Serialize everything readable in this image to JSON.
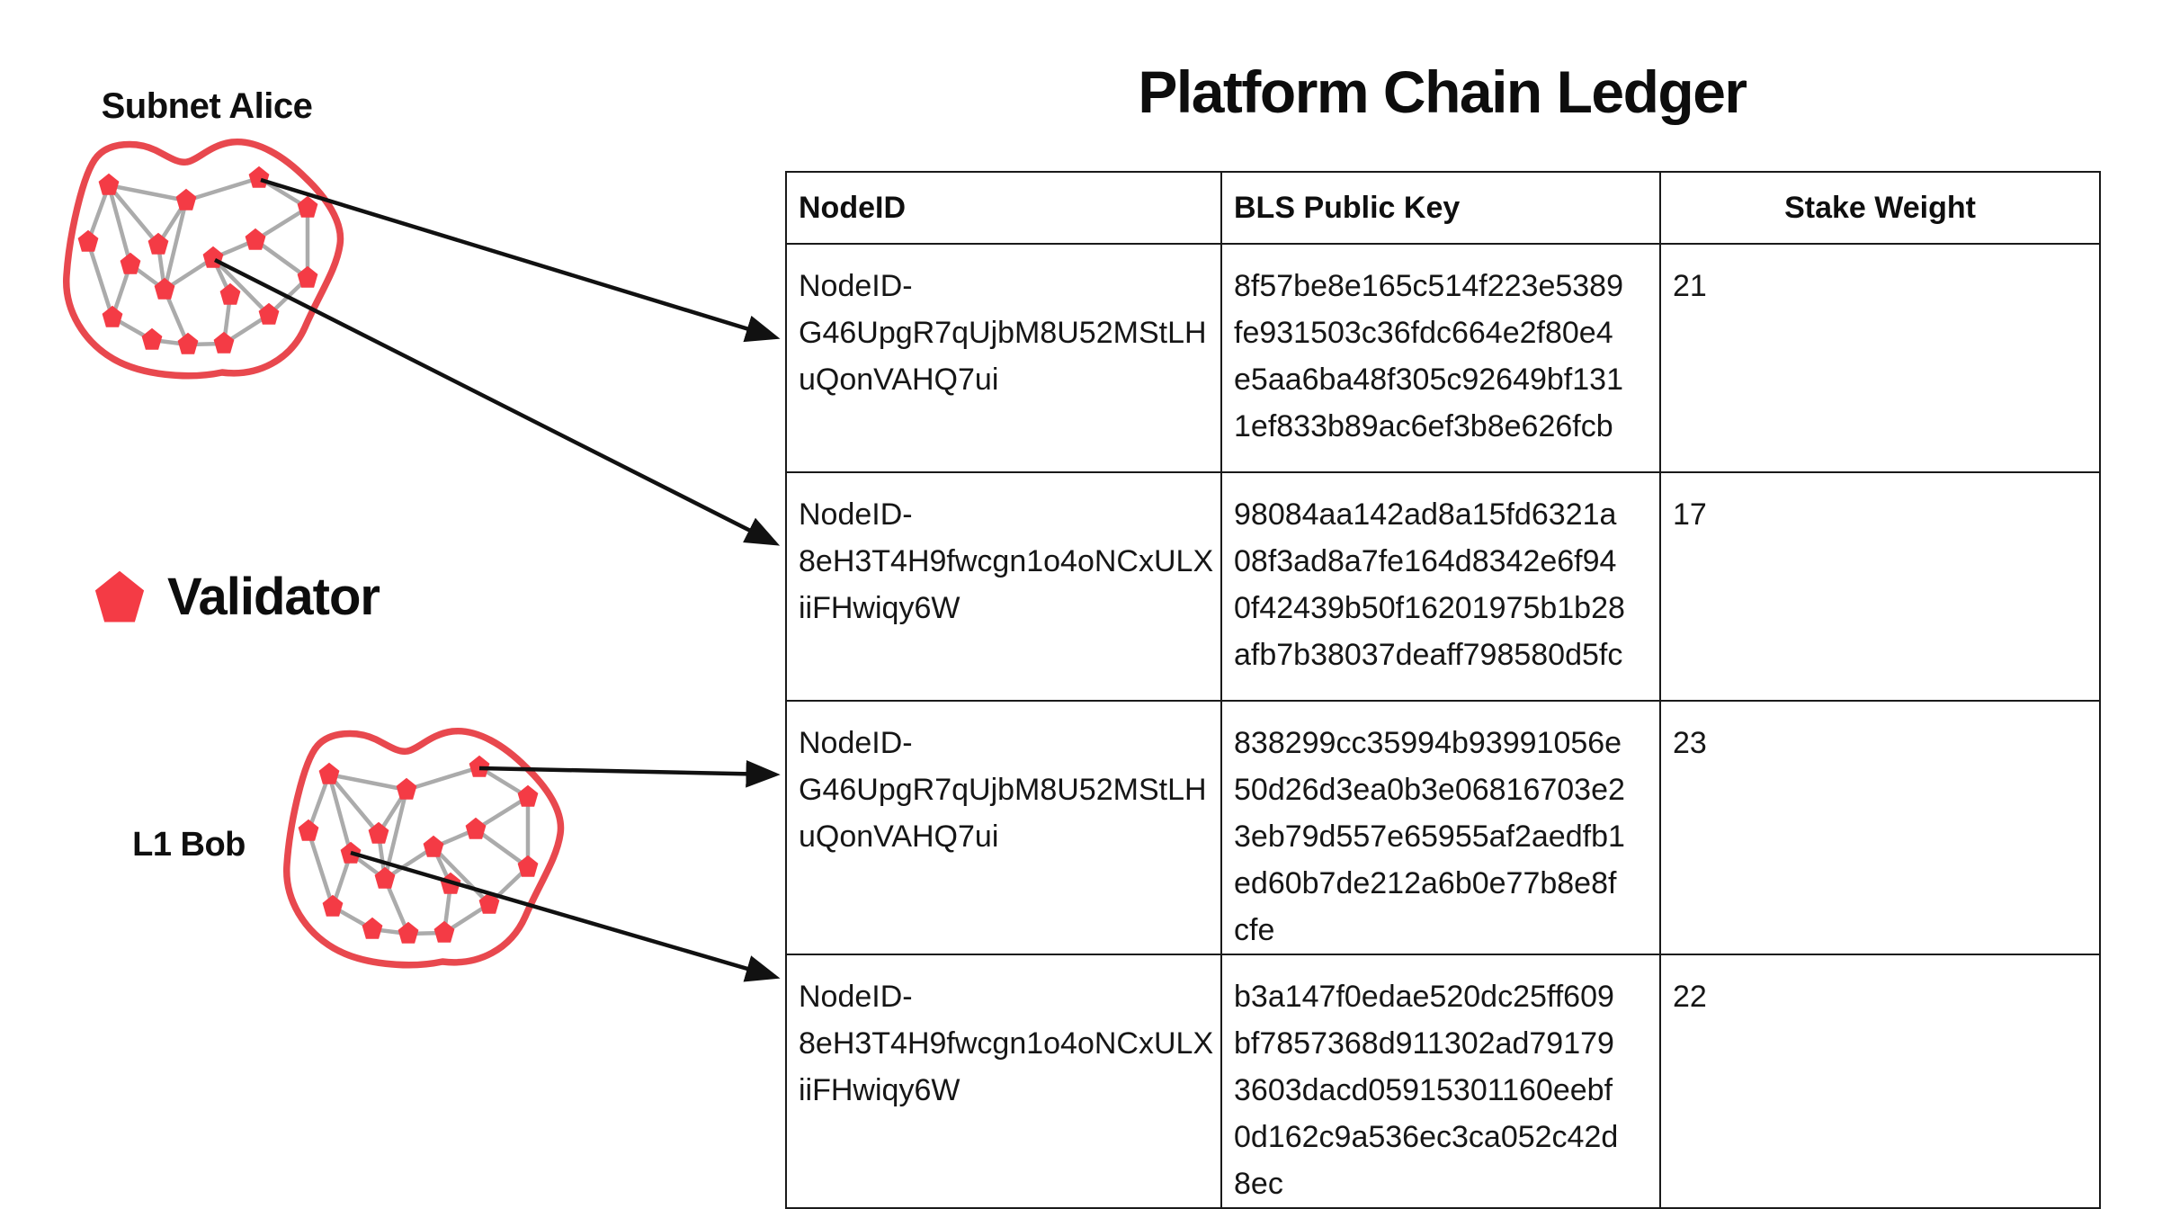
{
  "title": "Platform Chain Ledger",
  "left_panel": {
    "subnet_alice_label": "Subnet Alice",
    "l1_bob_label": "L1 Bob",
    "legend": {
      "label": "Validator",
      "icon": "pentagon-icon"
    }
  },
  "colors": {
    "node_red": "#f43b45",
    "blob_outline_red": "#e8484e",
    "edge_gray": "#ababab",
    "arrow_black": "#111111",
    "table_border": "#1a1a1a"
  },
  "table": {
    "headers": [
      "NodeID",
      "BLS Public Key",
      "Stake Weight"
    ],
    "rows": [
      {
        "node_id": "NodeID-G46UpgR7qUjbM8U52MStLHuQonVAHQ7ui",
        "bls_public_key": "8f57be8e165c514f223e5389fe931503c36fdc664e2f80e4e5aa6ba48f305c92649bf1311ef833b89ac6ef3b8e626fcb",
        "stake_weight": "21"
      },
      {
        "node_id": "NodeID-8eH3T4H9fwcgn1o4oNCxULXiiFHwiqy6W",
        "bls_public_key": "98084aa142ad8a15fd6321a08f3ad8a7fe164d8342e6f940f42439b50f16201975b1b28afb7b38037deaff798580d5fc",
        "stake_weight": "17"
      },
      {
        "node_id": "NodeID-G46UpgR7qUjbM8U52MStLHuQonVAHQ7ui",
        "bls_public_key": "838299cc35994b93991056e50d26d3ea0b3e06816703e23eb79d557e65955af2aedfb1ed60b7de212a6b0e77b8e8fcfe",
        "stake_weight": "23"
      },
      {
        "node_id": "NodeID-8eH3T4H9fwcgn1o4oNCxULXiiFHwiqy6W",
        "bls_public_key": "b3a147f0edae520dc25ff609bf7857368d911302ad791793603dacd05915301160eebf0d162c9a536ec3ca052c42d8ec",
        "stake_weight": "22"
      }
    ]
  }
}
